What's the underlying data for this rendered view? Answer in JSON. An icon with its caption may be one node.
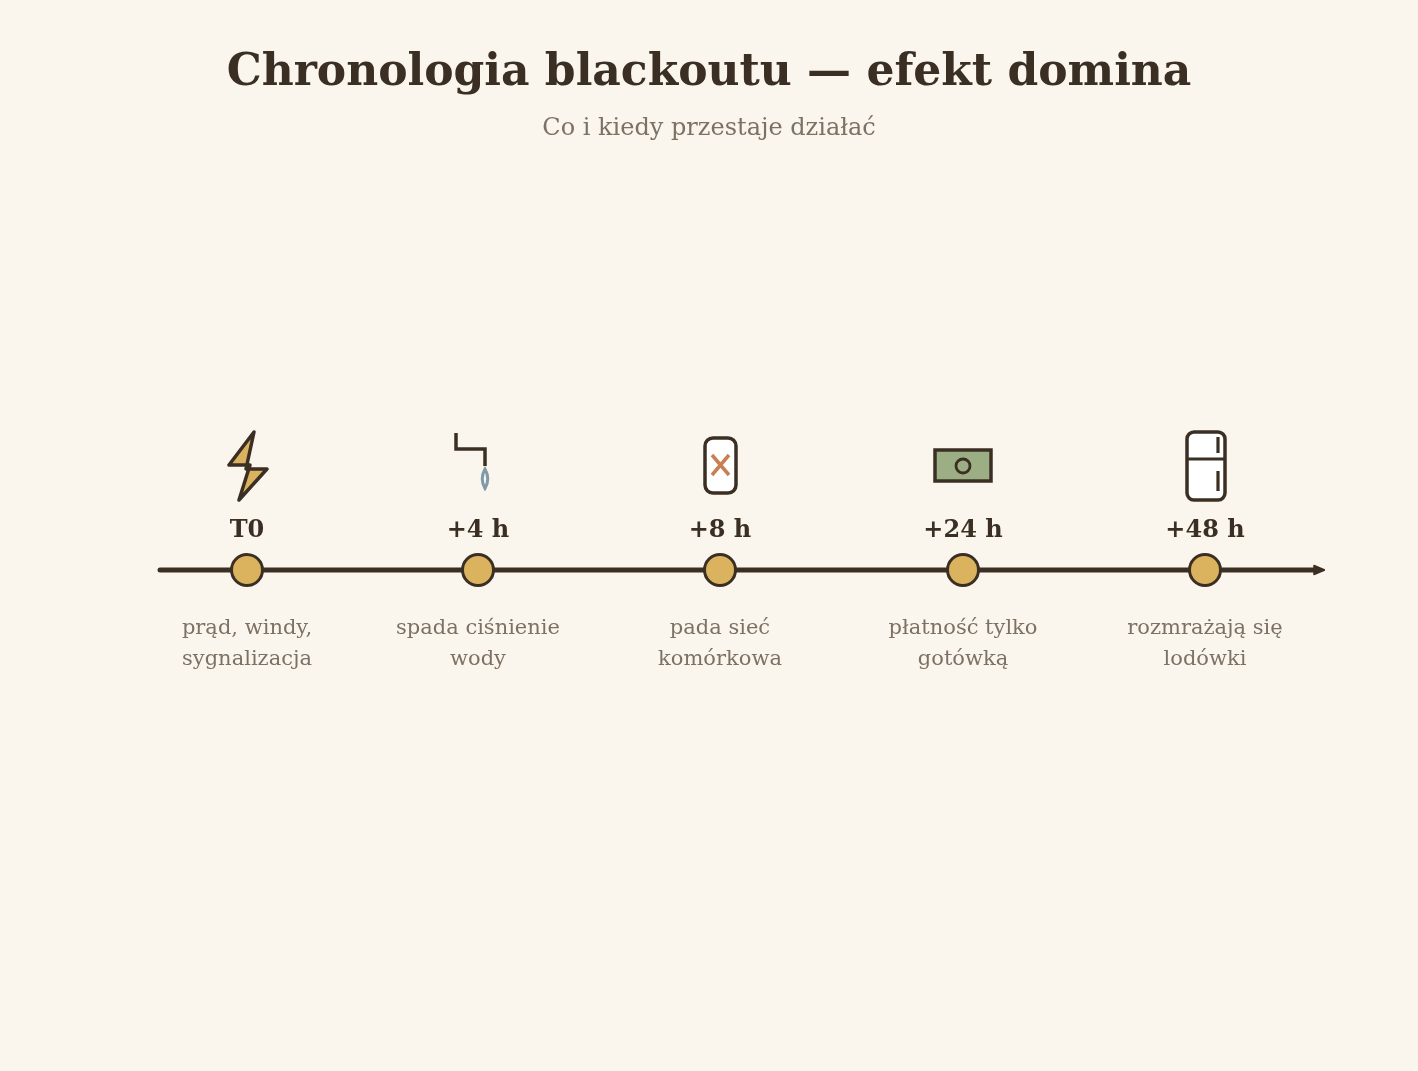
{
  "diagram": {
    "title": "Chronologia blackoutu — efekt domina",
    "nodes": [
      {
        "text": [],
        "shape": "circle",
        "beside": [
          "T0",
          "prąd, windy, sygnalizacja"
        ]
      },
      {
        "text": [],
        "shape": "circle",
        "beside": [
          "+4 h",
          "spada ciśnienie wody"
        ]
      },
      {
        "text": [],
        "shape": "circle",
        "beside": [
          "+8 h",
          "pada sieć komórkowa"
        ]
      },
      {
        "text": [],
        "shape": "circle",
        "beside": [
          "+24 h",
          "płatność tylko gotówką"
        ]
      },
      {
        "text": [],
        "shape": "circle",
        "beside": [
          "+48 h",
          "rozmrażają się lodówki"
        ]
      }
    ],
    "edges": [
      {
        "from": null,
        "to": 0,
        "arrow": "none"
      },
      {
        "from": 0,
        "to": 1,
        "arrow": "none"
      },
      {
        "from": 1,
        "to": 2,
        "arrow": "none"
      },
      {
        "from": 2,
        "to": 3,
        "arrow": "none"
      },
      {
        "from": 3,
        "to": 4,
        "arrow": "none"
      },
      {
        "from": 4,
        "to": null,
        "arrow": "to"
      }
    ],
    "labels": [
      "Co i kiedy przestaje działać"
    ]
  }
}
